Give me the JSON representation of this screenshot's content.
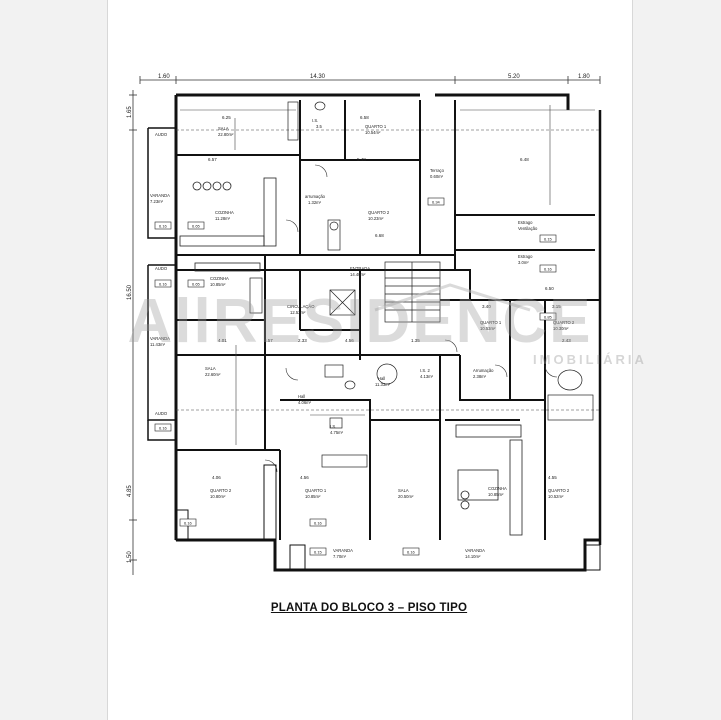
{
  "caption": "PLANTA DO BLOCO 3 – PISO TIPO",
  "watermark": {
    "brand": "AllRESIDENCE",
    "sub": "IMOBILIÁRIA"
  },
  "dimensions": {
    "top": [
      "1.60",
      "14.30",
      "5.20",
      "1.80"
    ],
    "left": [
      "1.65",
      "16.50",
      "4.85",
      "1.50"
    ]
  },
  "rooms": {
    "sala_a": "SALA",
    "sala_a_area": "22.80m²",
    "banho_a": "I.S.",
    "banho_a_area": "3.5",
    "quarto1_a": "QUARTO 1",
    "quarto1_a_area": "10.54m²",
    "terraco_a": "Terraço",
    "terraco_a_sub": "0.60m²",
    "cozinha_a": "COZINHA",
    "cozinha_a_area": "11.28m²",
    "varanda_a": "VARANDA",
    "varanda_a_area": "7.23m²",
    "quarto2_a": "QUARTO 2",
    "quarto2_a_area": "10.23m²",
    "arrumacao_a": "arrumação",
    "arrumacao_a_area": "1.32m²",
    "estrago_a": "Estrago",
    "estrago_a_sub": "Ventilação",
    "estrago_b": "Estrago",
    "estrago_b_sub": "3.0m²",
    "entrada": "ENTRADA",
    "entrada_area": "14.40m²",
    "circulacao": "CIRCULAÇÃO",
    "circulacao_area": "12.53m²",
    "cozinha_b": "COZINHA",
    "cozinha_b_area": "10.85m²",
    "varanda_b": "VARANDA",
    "varanda_b_area": "11.43m²",
    "quarto1_b": "QUARTO 1",
    "quarto1_b_area": "10.53m²",
    "quarto2_b": "QUARTO 2",
    "quarto2_b_area": "10.30m²",
    "sala_b": "SALA",
    "sala_b_area": "22.60m²",
    "hall": "Hall",
    "hall_area": "11.33m²",
    "is_b": "I.S. 2",
    "is_b_area": "4.13m²",
    "arrumacao_b": "Arrumação",
    "arrumacao_b_area": "2.38m²",
    "wc": "I.S.",
    "wc_area": "4.75m²",
    "hall_small": "Hall",
    "hall_small_area": "4.06m²",
    "cozinha_c": "COZINHA",
    "cozinha_c_area": "10.85m²",
    "quarto1_c": "QUARTO 1",
    "quarto1_c_area": "10.85m²",
    "sala_c": "SALA",
    "sala_c_area": "20.50m²",
    "quarto2_c": "QUARTO 2",
    "quarto2_c_area": "10.80m²",
    "quarto3_c": "QUARTO 2",
    "quarto3_c_area": "10.52m²",
    "varanda_c": "VARANDA",
    "varanda_c_area": "7.70m²",
    "varanda_d": "VARANDA",
    "varanda_d_area": "14.10m²"
  },
  "tags": {
    "t1": "6.25",
    "t2": "6.58",
    "t3": "6.57",
    "t4": "5.48",
    "t5": "6.48",
    "t6": "6.68",
    "t7": "3.40",
    "t8": "3.15",
    "t9": "4.01",
    "t10": "2.33",
    "t11": "4.56",
    "t12": "1.35",
    "t13": "4.06",
    "t14": "4.56",
    "t15": "4.55",
    "t16": "6.50",
    "t17": "2.43",
    "t18": "3.57"
  },
  "marks": {
    "m1": "6.16",
    "m2": "6.65",
    "m3": "6.16",
    "m4": "6.65",
    "m5": "6.34",
    "m6": "6.85",
    "m7": "6.16",
    "m8": "6.16",
    "m9": "6.15",
    "m10": "6.16",
    "m11": "6.16",
    "m12": "6.15",
    "m13": "6.16"
  },
  "small": {
    "aldo": "AUDO",
    "aldo2": "AUDO",
    "aldo3": "AUDO"
  }
}
